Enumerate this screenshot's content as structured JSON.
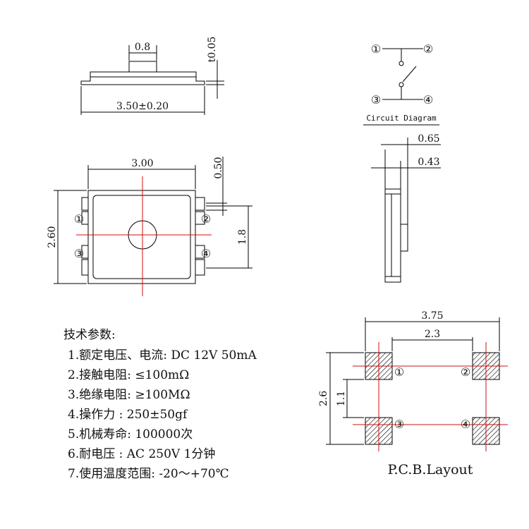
{
  "top_view": {
    "button_width": "0.8",
    "tolerance": "t0.05",
    "body_length": "3.50±0.20"
  },
  "circuit": {
    "pins": [
      "①",
      "②",
      "③",
      "④"
    ],
    "caption": "Circuit Diagram"
  },
  "front_view": {
    "width": "3.00",
    "height": "2.60",
    "lead_width": "0.50",
    "lead_pitch": "1.8",
    "pins": [
      "①",
      "②",
      "③",
      "④"
    ]
  },
  "side_view": {
    "total_height": "0.65",
    "body_height": "0.43"
  },
  "specs": {
    "heading": "技术参数:",
    "items": [
      "1.额定电压、电流: DC 12V 50mA",
      "2.接触电阻: ≤100mΩ",
      "3.绝缘电阻: ≥100MΩ",
      "4.操作力  : 250±50gf",
      "5.机械寿命: 100000次",
      "6.耐电压  : AC 250V 1分钟",
      "7.使用温度范围: -20～+70℃"
    ]
  },
  "pcb": {
    "width": "3.75",
    "inner_width": "2.3",
    "height": "2.6",
    "inner_height": "1.1",
    "pins": [
      "①",
      "②",
      "③",
      "④"
    ],
    "title": "P.C.B.Layout"
  }
}
